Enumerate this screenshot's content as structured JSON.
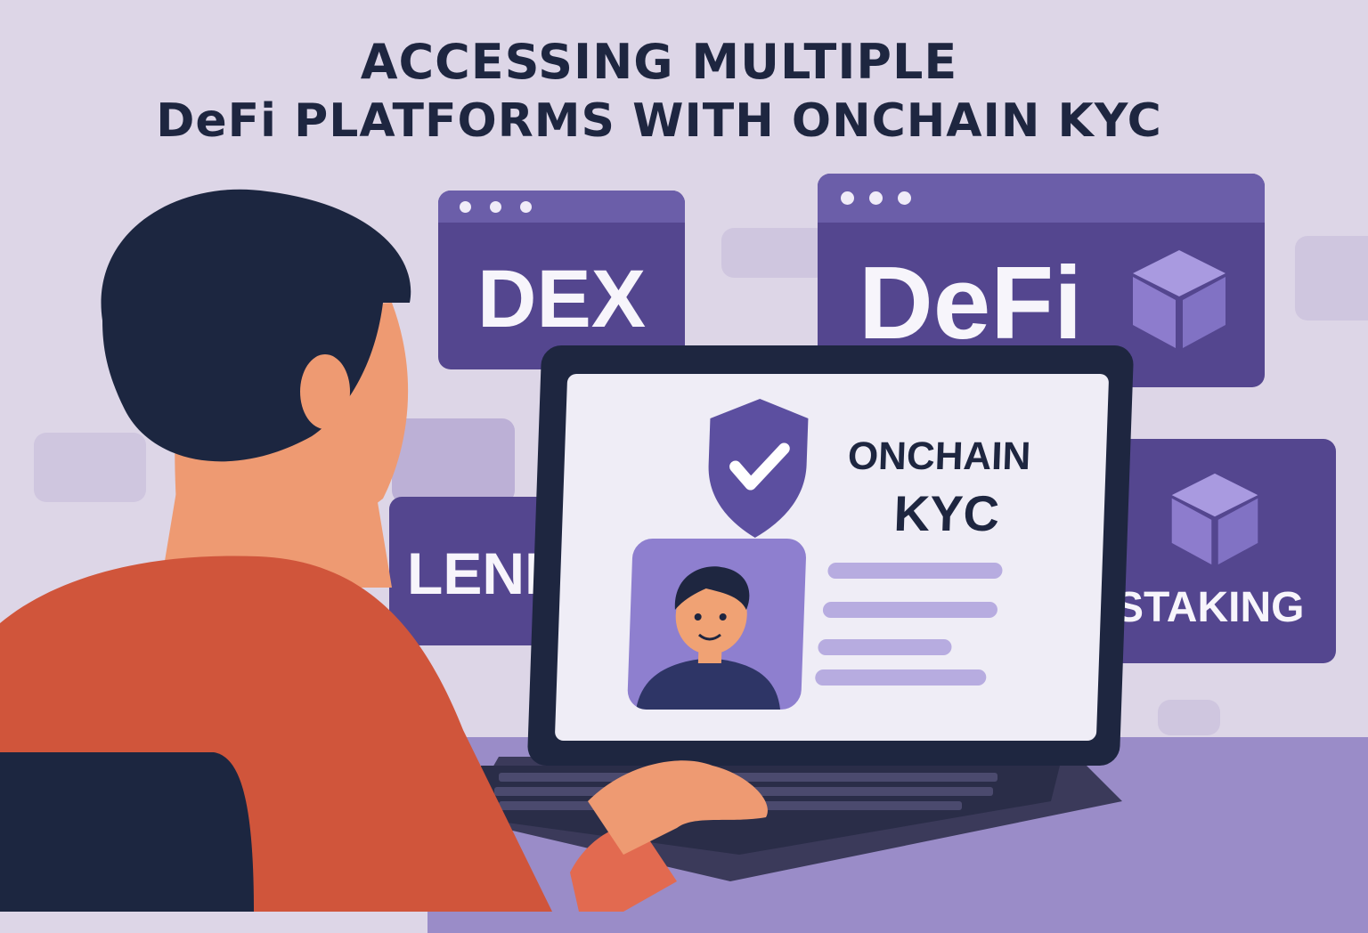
{
  "title": {
    "line1": "ACCESSING MULTIPLE",
    "line2": "DeFi PLATFORMS WITH ONCHAIN KYC"
  },
  "panels": {
    "dex": "DEX",
    "defi": "DeFi",
    "lending": "LENDI",
    "staking": "STAKING"
  },
  "screen": {
    "heading_line1": "ONCHAIN",
    "heading_line2": "KYC"
  },
  "icons": [
    "shield-check-icon",
    "cube-icon",
    "avatar"
  ],
  "colors": {
    "background": "#ddd6e7",
    "panel": "#54468f",
    "title": "#1e2640",
    "shirt": "#d0553b",
    "desk": "#9a8cc8"
  }
}
